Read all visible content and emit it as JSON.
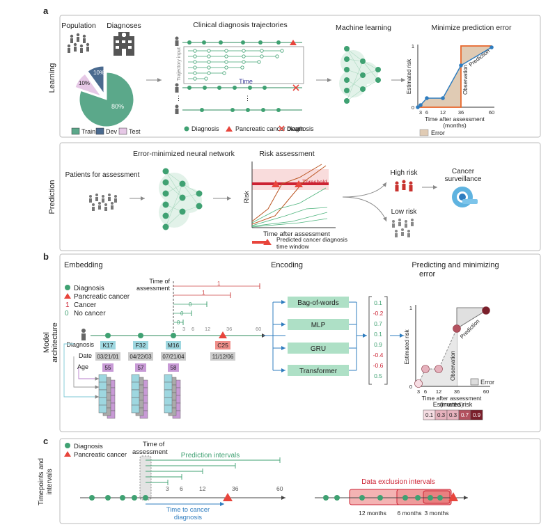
{
  "panels": {
    "a": "a",
    "b": "b",
    "c": "c"
  },
  "learning": {
    "side_label": "Learning",
    "population": "Population",
    "diagnoses": "Diagnoses",
    "pie": {
      "train_pct": "80%",
      "dev_pct": "10%",
      "test_pct": "10%",
      "train_color": "#5ba88a",
      "dev_color": "#4a6a8f",
      "test_color": "#e6c8e6"
    },
    "legend": {
      "train": "Train",
      "dev": "Dev",
      "test": "Test"
    },
    "traj_title": "Clinical diagnosis trajectories",
    "traj_input": "Trajectory input",
    "time": "Time",
    "ml_title": "Machine learning",
    "min_title": "Minimize prediction error",
    "traj_legend": {
      "diagnosis": "Diagnosis",
      "pancreatic": "Pancreatic cancer diagnosis",
      "death": "Death"
    },
    "risk_chart": {
      "ylabel": "Estimated risk",
      "xlabel": "Time after assessment (months)",
      "x_ticks": [
        "3",
        "6",
        "12",
        "36",
        "60"
      ],
      "y_ticks": [
        "0",
        "1"
      ],
      "prediction": "Prediction",
      "observation": "Observation",
      "error": "Error"
    }
  },
  "prediction": {
    "side_label": "Prediction",
    "patients": "Patients for assessment",
    "nn_title": "Error-minimized neural network",
    "risk_title": "Risk assessment",
    "risk_label": "Risk",
    "threshold": "Threshold",
    "time_label": "Time after assessment",
    "window_label": "Predicted cancer diagnosis time window",
    "high_risk": "High risk",
    "low_risk": "Low risk",
    "surveillance": "Cancer surveillance"
  },
  "model": {
    "side_label": "Model architecture",
    "embedding": "Embedding",
    "encoding": "Encoding",
    "predict_title": "Predicting and minimizing error",
    "legend": {
      "diagnosis": "Diagnosis",
      "pancreatic": "Pancreatic cancer",
      "cancer_sym": "1",
      "cancer": "Cancer",
      "nocancer_sym": "0",
      "nocancer": "No cancer"
    },
    "time_of_assessment": "Time of assessment",
    "tick_labels": [
      "3",
      "6",
      "12",
      "36",
      "60"
    ],
    "row_labels": {
      "diagnosis": "Diagnosis",
      "date": "Date",
      "age": "Age"
    },
    "codes": [
      "K17",
      "F32",
      "M16",
      "C25"
    ],
    "dates": [
      "03/21/01",
      "04/22/03",
      "07/21/04",
      "11/12/06"
    ],
    "ages": [
      "55",
      "57",
      "58"
    ],
    "encoders": [
      "Bag-of-words",
      "MLP",
      "GRU",
      "Transformer"
    ],
    "outputs": [
      "0.1",
      "-0.2",
      "0.7",
      "0.1",
      "0.9",
      "-0.4",
      "-0.6",
      "0.5"
    ],
    "est_risk_label": "Estimated risk",
    "est_risk_values": [
      "0.1",
      "0.3",
      "0.3",
      "0.7",
      "0.9"
    ],
    "est_risk_colors": [
      "#f6dde3",
      "#e6b2bd",
      "#e6b2bd",
      "#b3525f",
      "#7a1f2b"
    ],
    "chart": {
      "ylabel": "Estimated risk",
      "xlabel": "Time after assessment (months)",
      "x_ticks": [
        "3",
        "6",
        "12",
        "36",
        "60"
      ],
      "y_ticks": [
        "0",
        "1"
      ],
      "prediction": "Prediction",
      "observation": "Observation",
      "error": "Error"
    }
  },
  "timepoints": {
    "side_label": "Timepoints and intervals",
    "legend": {
      "diagnosis": "Diagnosis",
      "pancreatic": "Pancreatic cancer"
    },
    "time_of_assessment": "Time of assessment",
    "prediction_intervals": "Prediction intervals",
    "tick_labels": [
      "3",
      "6",
      "12",
      "36",
      "60"
    ],
    "time_to_cancer": "Time to cancer diagnosis",
    "exclusion_title": "Data exclusion intervals",
    "exclusion_labels": [
      "12 months",
      "6 months",
      "3 months"
    ]
  },
  "colors": {
    "green": "#3fa172",
    "red": "#e8453c",
    "blue": "#2f7dbf",
    "teal": "#8fd1b0"
  }
}
